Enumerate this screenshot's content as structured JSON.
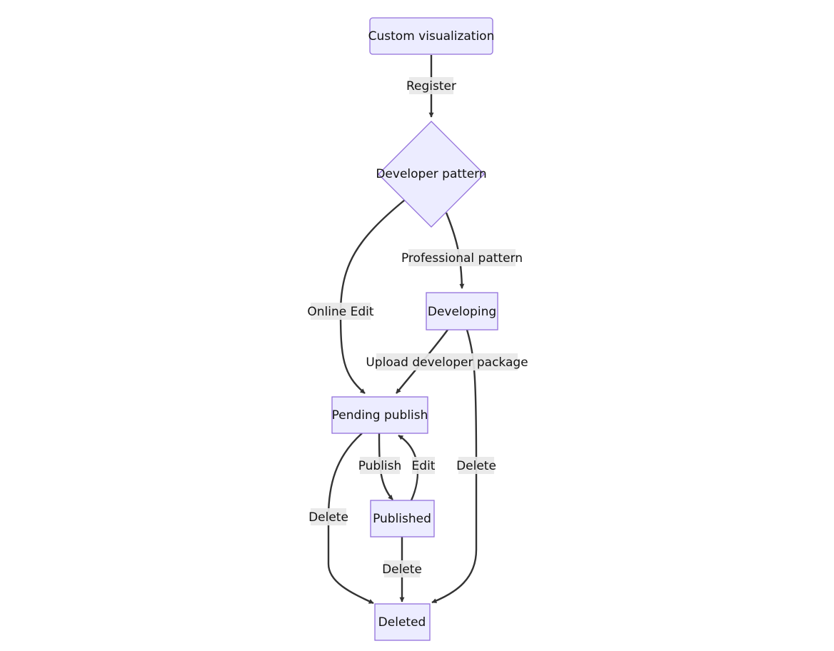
{
  "nodes": {
    "custom": "Custom visualization",
    "developer_pattern": "Developer pattern",
    "developing": "Developing",
    "pending_publish": "Pending publish",
    "published": "Published",
    "deleted": "Deleted"
  },
  "edges": {
    "register": "Register",
    "professional_pattern": "Professional pattern",
    "online_edit": "Online Edit",
    "upload_developer_package": "Upload developer package",
    "delete_from_developing": "Delete",
    "publish": "Publish",
    "edit": "Edit",
    "delete_from_pending": "Delete",
    "delete_from_published": "Delete"
  },
  "colors": {
    "node_fill": "#ececff",
    "node_stroke": "#9370db",
    "edge": "#333333",
    "label_bg": "#e8e8e8"
  }
}
